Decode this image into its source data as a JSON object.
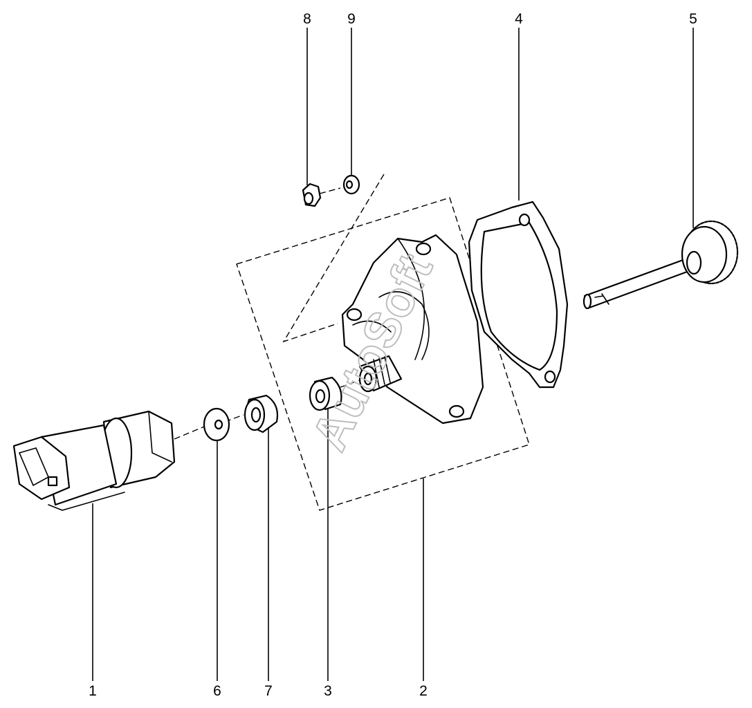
{
  "diagram": {
    "watermark": "AutoSoft",
    "callouts": [
      {
        "id": "1",
        "label": "1"
      },
      {
        "id": "2",
        "label": "2"
      },
      {
        "id": "3",
        "label": "3"
      },
      {
        "id": "4",
        "label": "4"
      },
      {
        "id": "5",
        "label": "5"
      },
      {
        "id": "6",
        "label": "6"
      },
      {
        "id": "7",
        "label": "7"
      },
      {
        "id": "8",
        "label": "8"
      },
      {
        "id": "9",
        "label": "9"
      }
    ]
  }
}
